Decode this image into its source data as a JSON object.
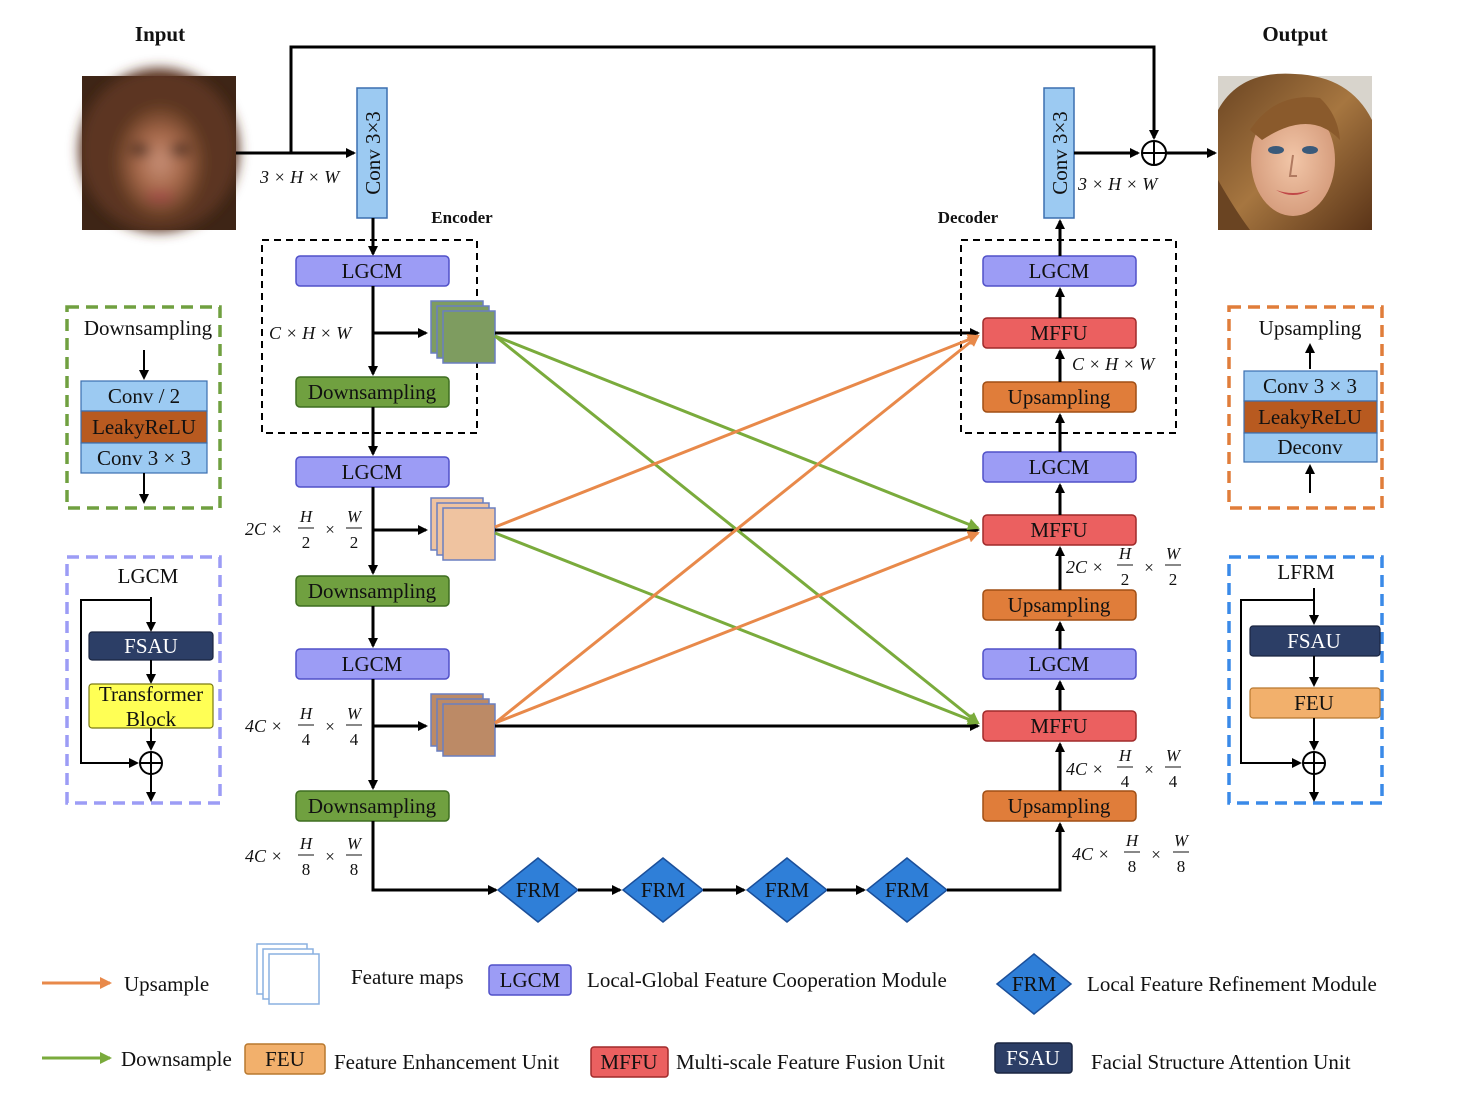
{
  "labels": {
    "input": "Input",
    "output": "Output",
    "encoder": "Encoder",
    "decoder": "Decoder",
    "conv3x3": "Conv 3×3"
  },
  "dims": {
    "in_3hw": "3 × H × W",
    "out_3hw": "3 × H × W",
    "enc_chw": "C × H × W",
    "dec_chw": "C × H × W",
    "enc_2c": "2C ×",
    "enc_4c_a": "4C ×",
    "enc_4c_b": "4C ×",
    "dec_2c": "2C ×",
    "dec_4c_a": "4C ×",
    "dec_4c_b": "4C ×",
    "frac_h": "H",
    "frac_w": "W",
    "d2": "2",
    "d4": "4",
    "d8": "8",
    "times": "×"
  },
  "encoder": {
    "lgcm1": "LGCM",
    "down1": "Downsampling",
    "lgcm2": "LGCM",
    "down2": "Downsampling",
    "lgcm3": "LGCM",
    "down3": "Downsampling"
  },
  "decoder": {
    "lgcm1": "LGCM",
    "mffu1": "MFFU",
    "up1": "Upsampling",
    "lgcm2": "LGCM",
    "mffu2": "MFFU",
    "up2": "Upsampling",
    "lgcm3": "LGCM",
    "mffu3": "MFFU",
    "up3": "Upsampling"
  },
  "bottleneck": [
    "FRM",
    "FRM",
    "FRM",
    "FRM"
  ],
  "detail_downsampling": {
    "title": "Downsampling",
    "rows": [
      "Conv / 2",
      "LeakyReLU",
      "Conv  3 × 3"
    ]
  },
  "detail_upsampling": {
    "title": "Upsampling",
    "rows": [
      "Conv  3 × 3",
      "LeakyReLU",
      "Deconv"
    ]
  },
  "detail_lgcm": {
    "title": "LGCM",
    "fsau": "FSAU",
    "transformer_line1": "Transformer",
    "transformer_line2": "Block"
  },
  "detail_lfrm": {
    "title": "LFRM",
    "fsau": "FSAU",
    "feu": "FEU"
  },
  "legend": {
    "upsample": "Upsample",
    "downsample": "Downsample",
    "feature_maps": "Feature maps",
    "lgcm_abbr": "LGCM",
    "lgcm_desc": "Local-Global Feature Cooperation Module",
    "frm_abbr": "FRM",
    "frm_desc": "Local Feature Refinement Module",
    "feu_abbr": "FEU",
    "feu_desc": "Feature Enhancement Unit",
    "mffu_abbr": "MFFU",
    "mffu_desc": "Multi-scale Feature Fusion Unit",
    "fsau_abbr": "FSAU",
    "fsau_desc": "Facial Structure Attention Unit"
  },
  "colors": {
    "lgcm": "#9c9cf5",
    "downsampling": "#70a040",
    "upsampling": "#e07d3a",
    "mffu": "#eb6060",
    "frm": "#2f7fd8",
    "conv": "#9ccaf2",
    "fsau": "#2c3e66",
    "feu": "#f2b06c",
    "transformer": "#ffff55",
    "leakyrelu": "#b85a20",
    "green_arrow": "#7aab3c",
    "orange_arrow": "#e8894a",
    "feat1": "#7e9c60",
    "feat2": "#efc3a0",
    "feat3": "#bc8a66"
  }
}
